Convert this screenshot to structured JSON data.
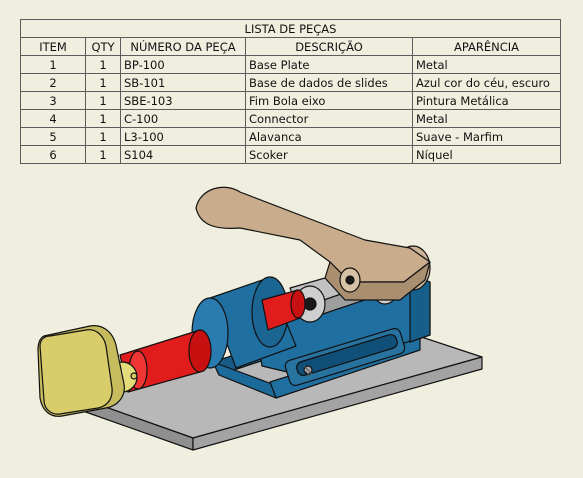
{
  "parts_list": {
    "title": "LISTA DE PEÇAS",
    "headers": {
      "item": "ITEM",
      "qty": "QTY",
      "part_number": "NÚMERO DA PEÇA",
      "description": "DESCRIÇÃO",
      "appearance": "APARÊNCIA"
    },
    "rows": [
      {
        "item": "1",
        "qty": "1",
        "part_number": "BP-100",
        "description": "Base Plate",
        "appearance": "Metal"
      },
      {
        "item": "2",
        "qty": "1",
        "part_number": "SB-101",
        "description": "Base de dados de slides",
        "appearance": "Azul cor do céu, escuro"
      },
      {
        "item": "3",
        "qty": "1",
        "part_number": "SBE-103",
        "description": "Fim Bola eixo",
        "appearance": "Pintura Metálica"
      },
      {
        "item": "4",
        "qty": "1",
        "part_number": "C-100",
        "description": "Connector",
        "appearance": "Metal"
      },
      {
        "item": "5",
        "qty": "1",
        "part_number": "L3-100",
        "description": "Alavanca",
        "appearance": "Suave - Marfim"
      },
      {
        "item": "6",
        "qty": "1",
        "part_number": "S104",
        "description": "Scoker",
        "appearance": "Níquel"
      }
    ]
  },
  "colors": {
    "background": "#f0efdf",
    "base_plate": "#b4b4b4",
    "slide_base": "#1f6fa0",
    "ball_shaft": "#e01c1c",
    "connector": "#bdbdbd",
    "lever": "#c8ac8c",
    "socket": "#d8cd6a"
  }
}
